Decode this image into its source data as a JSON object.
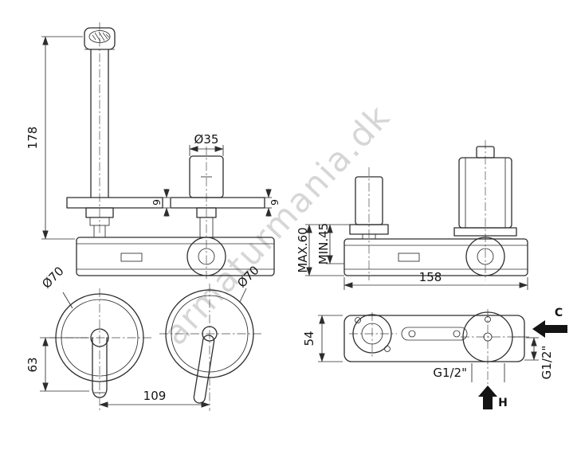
{
  "watermark": "armaturmania.dk",
  "plan_view": {
    "spout_height": "178",
    "handle_diameter": "Ø35",
    "plate_thickness_left": "9",
    "plate_thickness_right": "9"
  },
  "side_view": {
    "max_depth": "MAX.60",
    "min_depth": "MIN.45",
    "body_width": "158"
  },
  "front_view": {
    "spout_escutcheon_diameter": "Ø70",
    "handle_escutcheon_diameter": "Ø70",
    "spout_drop": "63",
    "center_distance": "109"
  },
  "body_view": {
    "body_height": "54",
    "bottom_thread": "G1/2\"",
    "side_thread": "G1/2\"",
    "cold_label": "C",
    "hot_label": "H"
  }
}
